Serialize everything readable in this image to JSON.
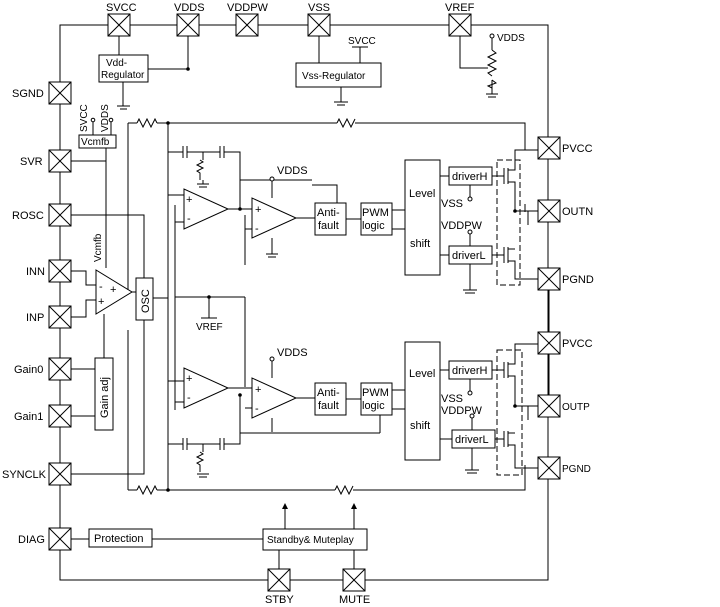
{
  "pins": {
    "top": [
      "SVCC",
      "VDDS",
      "VDDPW",
      "VSS",
      "VREF"
    ],
    "left": [
      "SGND",
      "SVR",
      "ROSC",
      "INN",
      "INP",
      "Gain0",
      "Gain1",
      "SYNCLK",
      "DIAG"
    ],
    "right": [
      "PVCC",
      "OUTN",
      "PGND",
      "PVCC",
      "OUTP",
      "PGND"
    ],
    "bottom": [
      "STBY",
      "MUTE"
    ]
  },
  "blocks": {
    "vdd_regulator": [
      "Vdd-",
      "Regulator"
    ],
    "vss_regulator": "Vss-Regulator",
    "vcmfb": "Vcmfb",
    "gain_adj": "Gain adj",
    "osc": "OSC",
    "anti_fault": [
      "Anti-",
      "fault"
    ],
    "pwm_logic": [
      "PWM",
      "logic"
    ],
    "level_shift": [
      "Level",
      "shift"
    ],
    "driver_h": "driverH",
    "driver_l": "driverL",
    "protection": "Protection",
    "standby": "Standby& Muteplay"
  },
  "labels": {
    "svcc": "SVCC",
    "vdds": "VDDS",
    "vss": "VSS",
    "vddpw": "VDDPW",
    "vref": "VREF",
    "vcmfb_wire": "Vcmfb"
  },
  "amp_signs": {
    "plus": "+",
    "minus": "-"
  }
}
